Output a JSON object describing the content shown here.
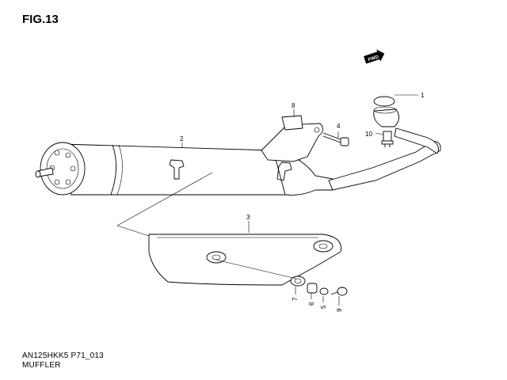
{
  "figure": {
    "title": "FIG.13",
    "code": "AN125HKK5 P71_013",
    "name": "MUFFLER"
  },
  "fwd_label": "FWD",
  "callouts": [
    {
      "id": "c1",
      "label": "1"
    },
    {
      "id": "c2",
      "label": "2"
    },
    {
      "id": "c3",
      "label": "3"
    },
    {
      "id": "c4",
      "label": "4"
    },
    {
      "id": "c5",
      "label": "5"
    },
    {
      "id": "c6",
      "label": "6"
    },
    {
      "id": "c7",
      "label": "7"
    },
    {
      "id": "c8",
      "label": "8"
    },
    {
      "id": "c9",
      "label": "9"
    },
    {
      "id": "c10",
      "label": "10"
    }
  ]
}
